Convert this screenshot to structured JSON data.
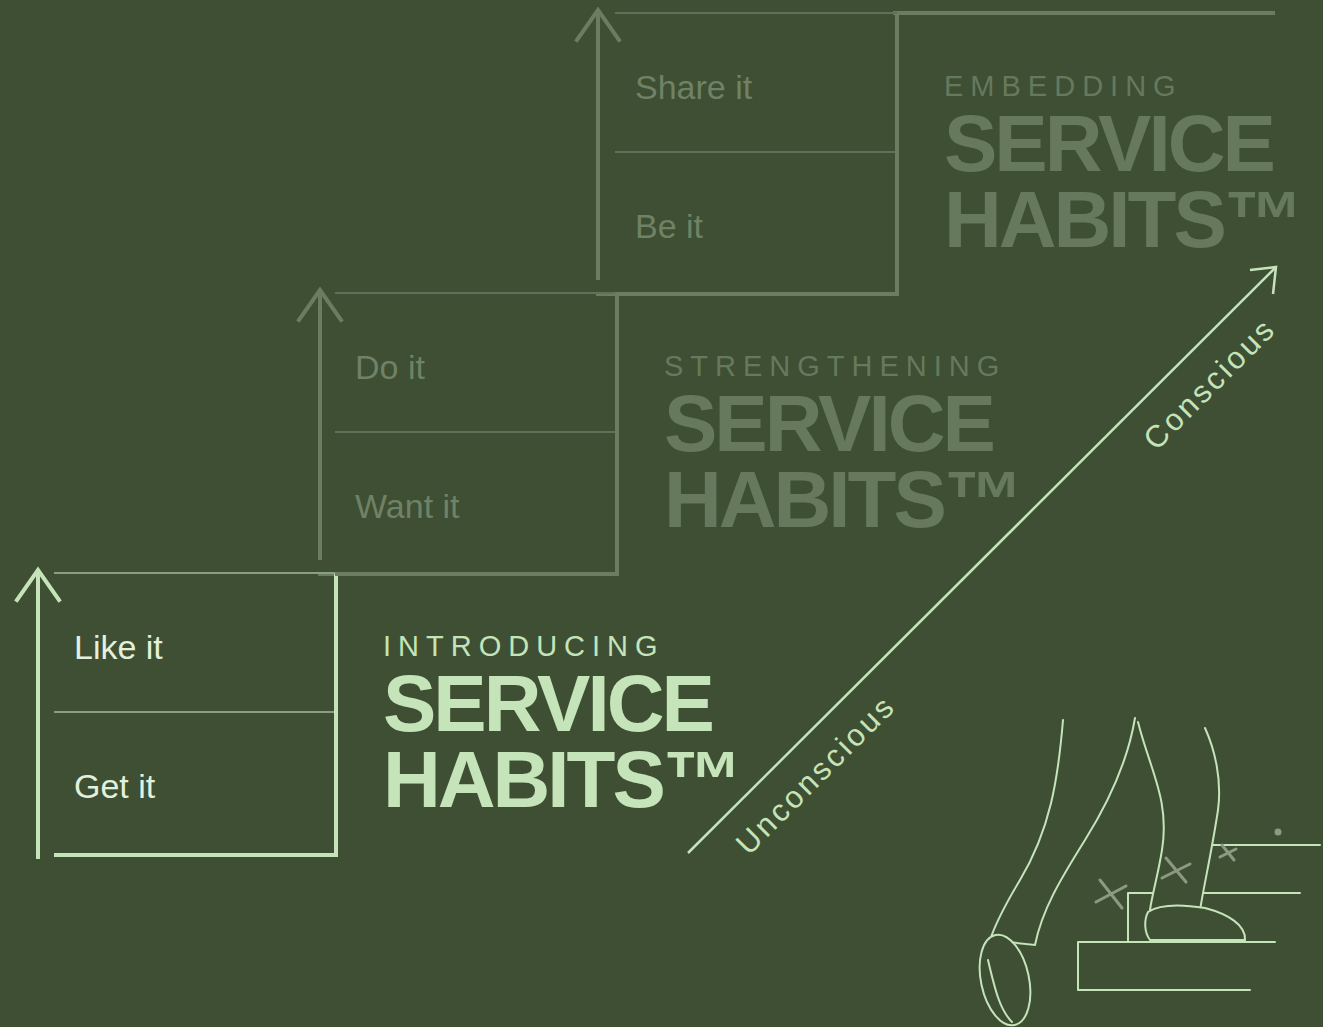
{
  "diagram": {
    "nodes": [
      {
        "text": [
          "INTRODUCING",
          "SERVICE HABITS™"
        ]
      },
      {
        "text": [
          "Like it"
        ],
        "in": 0
      },
      {
        "text": [
          "Get it"
        ],
        "in": 0
      },
      {
        "text": [
          "STRENGTHENING",
          "SERVICE HABITS™"
        ]
      },
      {
        "text": [
          "Do it"
        ],
        "in": 3
      },
      {
        "text": [
          "Want it"
        ],
        "in": 3
      },
      {
        "text": [
          "EMBEDDING",
          "SERVICE HABITS™"
        ]
      },
      {
        "text": [
          "Share it"
        ],
        "in": 6
      },
      {
        "text": [
          "Be it"
        ],
        "in": 6
      }
    ],
    "labels": [
      "Unconscious",
      "Conscious"
    ]
  }
}
